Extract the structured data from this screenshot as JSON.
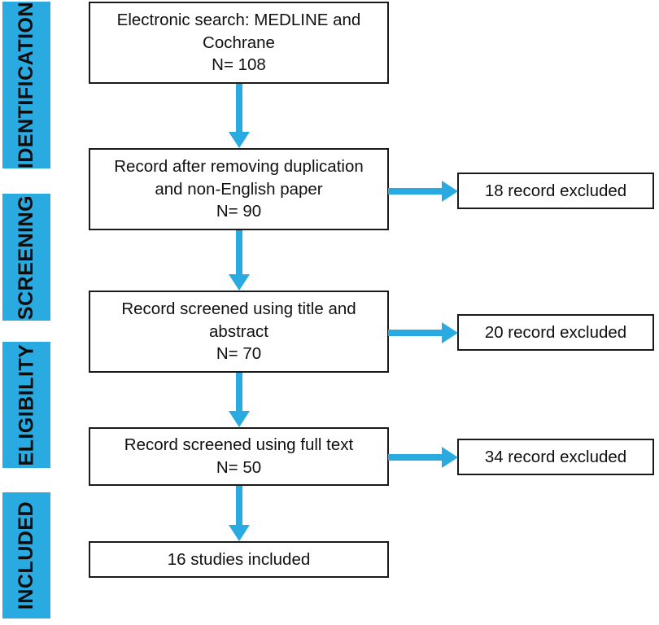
{
  "diagram": {
    "type": "prisma-flow-diagram",
    "accent_color": "#29ABE2",
    "box_border_color": "#1a1a1a",
    "background_color": "#ffffff",
    "stages": [
      {
        "id": "identification",
        "label": "IDENTIFICATION"
      },
      {
        "id": "screening",
        "label": "SCREENING"
      },
      {
        "id": "eligibility",
        "label": "ELIGIBILITY"
      },
      {
        "id": "included",
        "label": "INCLUDED"
      }
    ],
    "main_boxes": [
      {
        "id": "search",
        "text": "Electronic search: MEDLINE and\nCochrane\nN= 108",
        "count": 108
      },
      {
        "id": "dedup",
        "text": "Record after removing duplication\nand non-English paper\nN= 90",
        "count": 90
      },
      {
        "id": "title_abstract",
        "text": "Record screened using title and\nabstract\nN= 70",
        "count": 70
      },
      {
        "id": "fulltext",
        "text": "Record screened using full text\nN= 50",
        "count": 50
      },
      {
        "id": "included",
        "text": "16 studies included",
        "count": 16
      }
    ],
    "excluded_boxes": [
      {
        "id": "excluded_1",
        "text": "18 record excluded",
        "count": 18
      },
      {
        "id": "excluded_2",
        "text": "20 record excluded",
        "count": 20
      },
      {
        "id": "excluded_3",
        "text": "34 record excluded",
        "count": 34
      }
    ]
  }
}
